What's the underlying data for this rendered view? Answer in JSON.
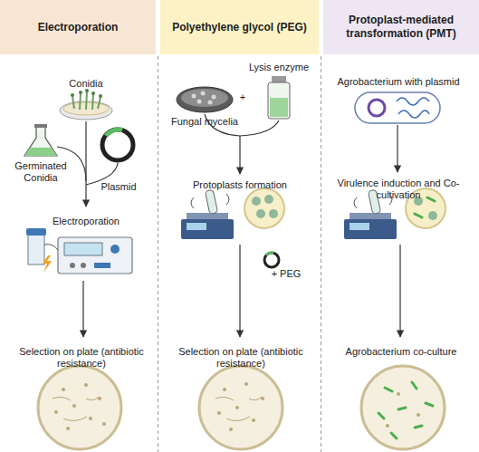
{
  "diagram": {
    "nodes": [
      {
        "text": [
          "Electroporation"
        ]
      },
      {
        "text": [
          "Polyethylene glycol (PEG)"
        ]
      },
      {
        "text": [
          "Protoplast-mediated transformation (PMT)"
        ]
      }
    ],
    "labels": [
      "Conidia",
      "Germinated Conidia",
      "Plasmid",
      "Electroporation",
      "Selection on plate (antibiotic resistance)",
      "Lysis enzyme",
      "Fungal mycelia",
      "+",
      "Protoplasts formation",
      "+ PEG",
      "Selection on plate (antibiotic resistance)",
      "Agrobacterium with plasmid",
      "Virulence induction and Co-cultivation",
      "Agrobacterium co-culture"
    ]
  }
}
